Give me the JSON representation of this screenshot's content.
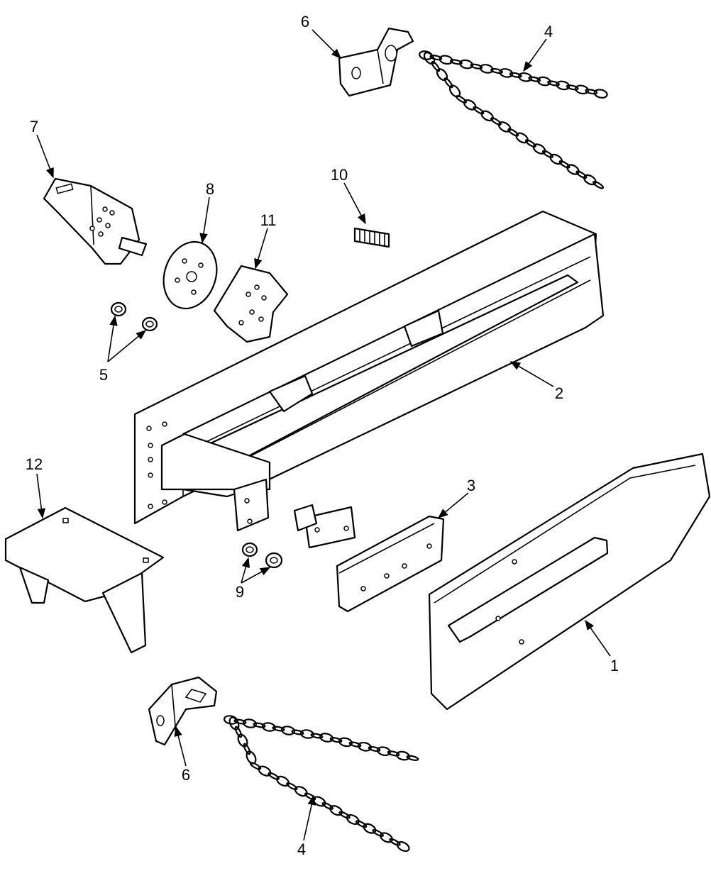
{
  "diagram": {
    "type": "exploded-parts-view",
    "callouts": {
      "c1": "1",
      "c2": "2",
      "c3": "3",
      "c4a": "4",
      "c4b": "4",
      "c5": "5",
      "c6a": "6",
      "c6b": "6",
      "c7": "7",
      "c8": "8",
      "c9": "9",
      "c10": "10",
      "c11": "11",
      "c12": "12"
    }
  }
}
